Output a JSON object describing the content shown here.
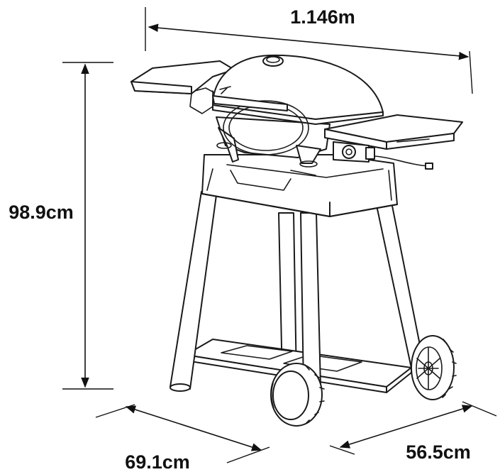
{
  "dimensions": {
    "width": "1.146m",
    "height": "98.9cm",
    "depth_left": "69.1cm",
    "depth_right": "56.5cm"
  },
  "colors": {
    "line": "#1a1a1a",
    "background": "#ffffff"
  }
}
